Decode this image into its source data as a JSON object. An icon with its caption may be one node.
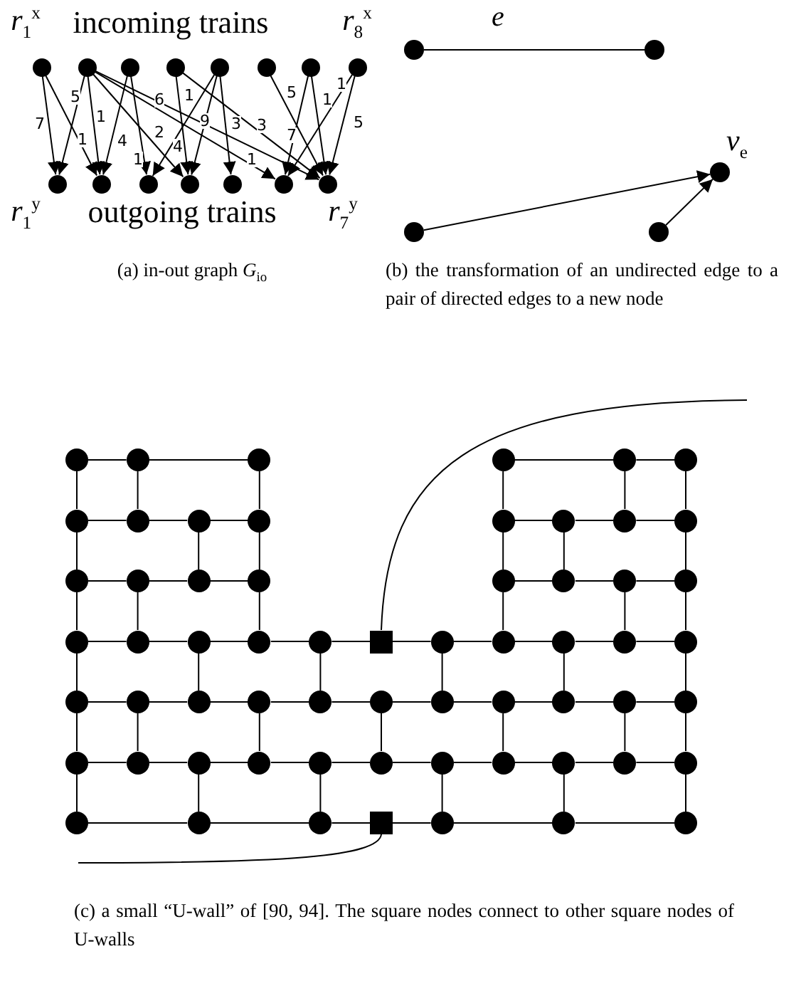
{
  "diagram": {
    "nodes": [
      {
        "text": [],
        "shape": "circle",
        "beside": [
          "*r*$_{1}$$^{x}$"
        ]
      },
      {
        "text": [],
        "shape": "circle"
      },
      {
        "text": [],
        "shape": "circle"
      },
      {
        "text": [],
        "shape": "circle"
      },
      {
        "text": [],
        "shape": "circle"
      },
      {
        "text": [],
        "shape": "circle"
      },
      {
        "text": [],
        "shape": "circle"
      },
      {
        "text": [],
        "shape": "circle",
        "beside": [
          "*r*$_{8}$$^{x}$"
        ]
      },
      {
        "text": [],
        "shape": "circle",
        "beside": [
          "*r*$_{1}$$^{y}$"
        ]
      },
      {
        "text": [],
        "shape": "circle"
      },
      {
        "text": [],
        "shape": "circle"
      },
      {
        "text": [],
        "shape": "circle"
      },
      {
        "text": [],
        "shape": "circle"
      },
      {
        "text": [],
        "shape": "circle"
      },
      {
        "text": [],
        "shape": "circle",
        "beside": [
          "*r*$_{7}$$^{y}$"
        ]
      },
      {
        "text": [],
        "shape": "circle"
      },
      {
        "text": [],
        "shape": "circle"
      },
      {
        "text": [],
        "shape": "circle",
        "beside": [
          "*v*$_{e}$"
        ]
      },
      {
        "text": [],
        "shape": "circle"
      },
      {
        "text": [],
        "shape": "circle"
      },
      {
        "text": [],
        "shape": "circle"
      },
      {
        "text": [],
        "shape": "circle"
      },
      {
        "text": [],
        "shape": "circle"
      },
      {
        "text": [],
        "shape": "circle"
      },
      {
        "text": [],
        "shape": "circle"
      },
      {
        "text": [],
        "shape": "circle"
      },
      {
        "text": [],
        "shape": "circle"
      },
      {
        "text": [],
        "shape": "circle"
      },
      {
        "text": [],
        "shape": "circle"
      },
      {
        "text": [],
        "shape": "circle"
      },
      {
        "text": [],
        "shape": "circle"
      },
      {
        "text": [],
        "shape": "circle"
      },
      {
        "text": [],
        "shape": "circle"
      },
      {
        "text": [],
        "shape": "circle"
      },
      {
        "text": [],
        "shape": "circle"
      },
      {
        "text": [],
        "shape": "circle"
      },
      {
        "text": [],
        "shape": "circle"
      },
      {
        "text": [],
        "shape": "circle"
      },
      {
        "text": [],
        "shape": "circle"
      },
      {
        "text": [],
        "shape": "circle"
      },
      {
        "text": [],
        "shape": "circle"
      },
      {
        "text": [],
        "shape": "circle"
      },
      {
        "text": [],
        "shape": "circle"
      },
      {
        "text": [],
        "shape": "circle"
      },
      {
        "text": [],
        "shape": "circle"
      },
      {
        "text": [],
        "shape": "circle"
      },
      {
        "text": [],
        "shape": "circle"
      },
      {
        "text": [],
        "shape": "box"
      },
      {
        "text": [],
        "shape": "circle"
      },
      {
        "text": [],
        "shape": "circle"
      },
      {
        "text": [],
        "shape": "circle"
      },
      {
        "text": [],
        "shape": "circle"
      },
      {
        "text": [],
        "shape": "circle"
      },
      {
        "text": [],
        "shape": "circle"
      },
      {
        "text": [],
        "shape": "circle"
      },
      {
        "text": [],
        "shape": "circle"
      },
      {
        "text": [],
        "shape": "circle"
      },
      {
        "text": [],
        "shape": "circle"
      },
      {
        "text": [],
        "shape": "circle"
      },
      {
        "text": [],
        "shape": "circle"
      },
      {
        "text": [],
        "shape": "circle"
      },
      {
        "text": [],
        "shape": "circle"
      },
      {
        "text": [],
        "shape": "circle"
      },
      {
        "text": [],
        "shape": "circle"
      },
      {
        "text": [],
        "shape": "circle"
      },
      {
        "text": [],
        "shape": "circle"
      },
      {
        "text": [],
        "shape": "circle"
      },
      {
        "text": [],
        "shape": "circle"
      },
      {
        "text": [],
        "shape": "circle"
      },
      {
        "text": [],
        "shape": "circle"
      },
      {
        "text": [],
        "shape": "circle"
      },
      {
        "text": [],
        "shape": "circle"
      },
      {
        "text": [],
        "shape": "circle"
      },
      {
        "text": [],
        "shape": "circle"
      },
      {
        "text": [],
        "shape": "circle"
      },
      {
        "text": [],
        "shape": "circle"
      },
      {
        "text": [],
        "shape": "circle"
      },
      {
        "text": [],
        "shape": "circle"
      },
      {
        "text": [],
        "shape": "box"
      },
      {
        "text": [],
        "shape": "circle"
      },
      {
        "text": [],
        "shape": "circle"
      },
      {
        "text": [],
        "shape": "circle"
      }
    ],
    "edges": [
      {
        "from": 0,
        "to": 8,
        "arrow": "to",
        "label": "7"
      },
      {
        "from": 0,
        "to": 9,
        "arrow": "to",
        "label": "1"
      },
      {
        "from": 1,
        "to": 8,
        "arrow": "to",
        "label": "5"
      },
      {
        "from": 1,
        "to": 9,
        "arrow": "to",
        "label": "1"
      },
      {
        "from": 1,
        "to": 11,
        "arrow": "to",
        "label": "2"
      },
      {
        "from": 1,
        "to": 13,
        "arrow": "to",
        "label": "1"
      },
      {
        "from": 1,
        "to": 14,
        "arrow": "to",
        "label": "6"
      },
      {
        "from": 2,
        "to": 9,
        "arrow": "to",
        "label": "4"
      },
      {
        "from": 2,
        "to": 10,
        "arrow": "to",
        "label": "1"
      },
      {
        "from": 3,
        "to": 11,
        "arrow": "to",
        "label": "1"
      },
      {
        "from": 3,
        "to": 14,
        "arrow": "to",
        "label": "3"
      },
      {
        "from": 4,
        "to": 10,
        "arrow": "to",
        "label": "4"
      },
      {
        "from": 4,
        "to": 11,
        "arrow": "to",
        "label": "9"
      },
      {
        "from": 4,
        "to": 12,
        "arrow": "to",
        "label": "3"
      },
      {
        "from": 5,
        "to": 14,
        "arrow": "to",
        "label": "5"
      },
      {
        "from": 6,
        "to": 13,
        "arrow": "to",
        "label": "7"
      },
      {
        "from": 6,
        "to": 14,
        "arrow": "to",
        "label": "1"
      },
      {
        "from": 7,
        "to": 13,
        "arrow": "to",
        "label": "1"
      },
      {
        "from": 7,
        "to": 14,
        "arrow": "to",
        "label": "5"
      },
      {
        "from": 15,
        "to": 16,
        "arrow": "none",
        "label": "*e*"
      },
      {
        "from": 18,
        "to": 17,
        "arrow": "to"
      },
      {
        "from": 19,
        "to": 17,
        "arrow": "to"
      },
      {
        "from": 20,
        "to": 21,
        "arrow": "none"
      },
      {
        "from": 21,
        "to": 22,
        "arrow": "none"
      },
      {
        "from": 23,
        "to": 24,
        "arrow": "none"
      },
      {
        "from": 24,
        "to": 25,
        "arrow": "none"
      },
      {
        "from": 26,
        "to": 27,
        "arrow": "none"
      },
      {
        "from": 27,
        "to": 28,
        "arrow": "none"
      },
      {
        "from": 28,
        "to": 29,
        "arrow": "none"
      },
      {
        "from": 30,
        "to": 31,
        "arrow": "none"
      },
      {
        "from": 31,
        "to": 32,
        "arrow": "none"
      },
      {
        "from": 32,
        "to": 33,
        "arrow": "none"
      },
      {
        "from": 34,
        "to": 35,
        "arrow": "none"
      },
      {
        "from": 35,
        "to": 36,
        "arrow": "none"
      },
      {
        "from": 36,
        "to": 37,
        "arrow": "none"
      },
      {
        "from": 38,
        "to": 39,
        "arrow": "none"
      },
      {
        "from": 39,
        "to": 40,
        "arrow": "none"
      },
      {
        "from": 40,
        "to": 41,
        "arrow": "none"
      },
      {
        "from": 42,
        "to": 43,
        "arrow": "none"
      },
      {
        "from": 43,
        "to": 44,
        "arrow": "none"
      },
      {
        "from": 44,
        "to": 45,
        "arrow": "none"
      },
      {
        "from": 45,
        "to": 46,
        "arrow": "none"
      },
      {
        "from": 46,
        "to": 47,
        "arrow": "none"
      },
      {
        "from": 47,
        "to": 48,
        "arrow": "none"
      },
      {
        "from": 48,
        "to": 49,
        "arrow": "none"
      },
      {
        "from": 49,
        "to": 50,
        "arrow": "none"
      },
      {
        "from": 50,
        "to": 51,
        "arrow": "none"
      },
      {
        "from": 51,
        "to": 52,
        "arrow": "none"
      },
      {
        "from": 53,
        "to": 54,
        "arrow": "none"
      },
      {
        "from": 54,
        "to": 55,
        "arrow": "none"
      },
      {
        "from": 55,
        "to": 56,
        "arrow": "none"
      },
      {
        "from": 56,
        "to": 57,
        "arrow": "none"
      },
      {
        "from": 57,
        "to": 58,
        "arrow": "none"
      },
      {
        "from": 58,
        "to": 59,
        "arrow": "none"
      },
      {
        "from": 59,
        "to": 60,
        "arrow": "none"
      },
      {
        "from": 60,
        "to": 61,
        "arrow": "none"
      },
      {
        "from": 61,
        "to": 62,
        "arrow": "none"
      },
      {
        "from": 62,
        "to": 63,
        "arrow": "none"
      },
      {
        "from": 64,
        "to": 65,
        "arrow": "none"
      },
      {
        "from": 65,
        "to": 66,
        "arrow": "none"
      },
      {
        "from": 66,
        "to": 67,
        "arrow": "none"
      },
      {
        "from": 67,
        "to": 68,
        "arrow": "none"
      },
      {
        "from": 68,
        "to": 69,
        "arrow": "none"
      },
      {
        "from": 69,
        "to": 70,
        "arrow": "none"
      },
      {
        "from": 70,
        "to": 71,
        "arrow": "none"
      },
      {
        "from": 71,
        "to": 72,
        "arrow": "none"
      },
      {
        "from": 72,
        "to": 73,
        "arrow": "none"
      },
      {
        "from": 73,
        "to": 74,
        "arrow": "none"
      },
      {
        "from": 75,
        "to": 76,
        "arrow": "none"
      },
      {
        "from": 76,
        "to": 77,
        "arrow": "none"
      },
      {
        "from": 77,
        "to": 78,
        "arrow": "none"
      },
      {
        "from": 78,
        "to": 79,
        "arrow": "none"
      },
      {
        "from": 79,
        "to": 80,
        "arrow": "none"
      },
      {
        "from": 80,
        "to": 81,
        "arrow": "none"
      },
      {
        "from": 20,
        "to": 26,
        "arrow": "none"
      },
      {
        "from": 26,
        "to": 34,
        "arrow": "none"
      },
      {
        "from": 34,
        "to": 42,
        "arrow": "none"
      },
      {
        "from": 42,
        "to": 53,
        "arrow": "none"
      },
      {
        "from": 53,
        "to": 64,
        "arrow": "none"
      },
      {
        "from": 64,
        "to": 75,
        "arrow": "none"
      },
      {
        "from": 21,
        "to": 27,
        "arrow": "none"
      },
      {
        "from": 35,
        "to": 43,
        "arrow": "none"
      },
      {
        "from": 54,
        "to": 65,
        "arrow": "none"
      },
      {
        "from": 28,
        "to": 36,
        "arrow": "none"
      },
      {
        "from": 44,
        "to": 55,
        "arrow": "none"
      },
      {
        "from": 66,
        "to": 76,
        "arrow": "none"
      },
      {
        "from": 22,
        "to": 29,
        "arrow": "none"
      },
      {
        "from": 29,
        "to": 37,
        "arrow": "none"
      },
      {
        "from": 37,
        "to": 45,
        "arrow": "none"
      },
      {
        "from": 56,
        "to": 67,
        "arrow": "none"
      },
      {
        "from": 46,
        "to": 57,
        "arrow": "none"
      },
      {
        "from": 68,
        "to": 77,
        "arrow": "none"
      },
      {
        "from": 58,
        "to": 69,
        "arrow": "none"
      },
      {
        "from": 48,
        "to": 59,
        "arrow": "none"
      },
      {
        "from": 70,
        "to": 79,
        "arrow": "none"
      },
      {
        "from": 23,
        "to": 30,
        "arrow": "none"
      },
      {
        "from": 30,
        "to": 38,
        "arrow": "none"
      },
      {
        "from": 38,
        "to": 49,
        "arrow": "none"
      },
      {
        "from": 60,
        "to": 71,
        "arrow": "none"
      },
      {
        "from": 31,
        "to": 39,
        "arrow": "none"
      },
      {
        "from": 50,
        "to": 61,
        "arrow": "none"
      },
      {
        "from": 72,
        "to": 80,
        "arrow": "none"
      },
      {
        "from": 24,
        "to": 32,
        "arrow": "none"
      },
      {
        "from": 40,
        "to": 51,
        "arrow": "none"
      },
      {
        "from": 62,
        "to": 73,
        "arrow": "none"
      },
      {
        "from": 25,
        "to": 33,
        "arrow": "none"
      },
      {
        "from": 33,
        "to": 41,
        "arrow": "none"
      },
      {
        "from": 41,
        "to": 52,
        "arrow": "none"
      },
      {
        "from": 52,
        "to": 63,
        "arrow": "none"
      },
      {
        "from": 63,
        "to": 74,
        "arrow": "none"
      },
      {
        "from": 74,
        "to": 81,
        "arrow": "none"
      },
      {
        "from": 47,
        "to": null,
        "arrow": "none"
      },
      {
        "from": 78,
        "to": null,
        "arrow": "none"
      }
    ],
    "labels": [
      "incoming trains",
      "outgoing trains",
      "(a) in-out graph *G*$_{io}$",
      "(b) the transformation of an undirected edge to a pair of directed edges to a new node",
      "(c) a small “U-wall” of [90, 94]. The square nodes connect to other square nodes of U-walls"
    ]
  }
}
